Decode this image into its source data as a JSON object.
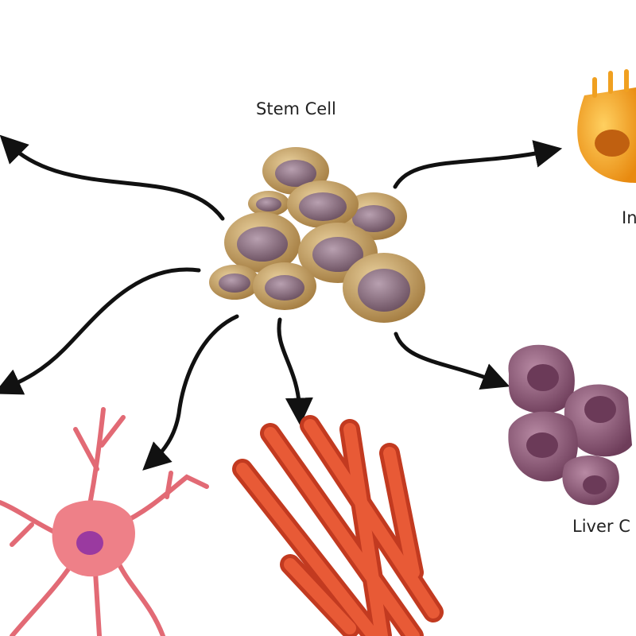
{
  "labels": {
    "stem_cell": "Stem Cell",
    "intestinal_cell": "In",
    "liver_cell": "Liver C"
  },
  "colors": {
    "arrow": "#111111",
    "stem_cell_body": "#c9a46a",
    "stem_cell_nucleus": "#8e7485",
    "intestinal_cell": "#f0a020",
    "liver_cell": "#8e5a78",
    "neuron": "#e8707a",
    "muscle_fiber": "#d9482a"
  }
}
